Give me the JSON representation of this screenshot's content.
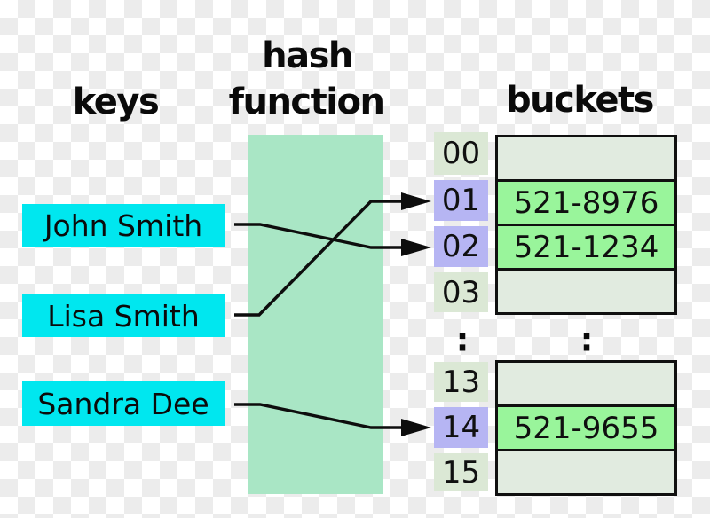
{
  "headings": {
    "hash_function_line1": "hash",
    "keys": "keys",
    "hash_function_line2": "function",
    "buckets": "buckets"
  },
  "keys": [
    {
      "label": "John Smith"
    },
    {
      "label": "Lisa Smith"
    },
    {
      "label": "Sandra Dee"
    }
  ],
  "mappings": [
    {
      "from": "John Smith",
      "to_index": "02"
    },
    {
      "from": "Lisa Smith",
      "to_index": "01"
    },
    {
      "from": "Sandra Dee",
      "to_index": "14"
    }
  ],
  "index_column": [
    {
      "label": "00",
      "highlighted": false
    },
    {
      "label": "01",
      "highlighted": true
    },
    {
      "label": "02",
      "highlighted": true
    },
    {
      "label": "03",
      "highlighted": false
    },
    {
      "label": "13",
      "highlighted": false
    },
    {
      "label": "14",
      "highlighted": true
    },
    {
      "label": "15",
      "highlighted": false
    }
  ],
  "ellipsis": ":",
  "bucket_rows_top": [
    {
      "index": "00",
      "value": ""
    },
    {
      "index": "01",
      "value": "521-8976"
    },
    {
      "index": "02",
      "value": "521-1234"
    },
    {
      "index": "03",
      "value": ""
    }
  ],
  "bucket_rows_bottom": [
    {
      "index": "13",
      "value": ""
    },
    {
      "index": "14",
      "value": "521-9655"
    },
    {
      "index": "15",
      "value": ""
    }
  ],
  "colors": {
    "key_box": "#00E7EF",
    "hash_function_box": "#A9E6C5",
    "bucket_filled": "#99F59B",
    "bucket_empty": "#E1EBE0",
    "index_cell": "#DBE8D5",
    "index_cell_highlighted": "#B6B5F3",
    "line": "#0D0D0D",
    "checker_light": "#FFFFFF",
    "checker_gray": "#ECECEC"
  }
}
